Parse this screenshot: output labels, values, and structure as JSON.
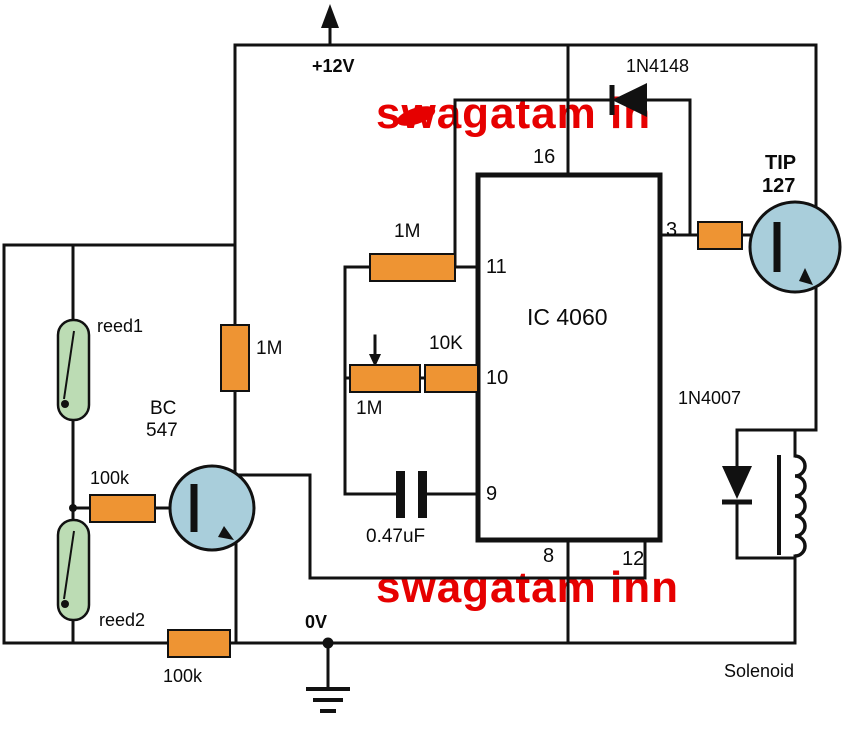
{
  "diagram": {
    "type": "circuit-schematic",
    "watermarks": {
      "top": "swagatam in",
      "bottom": "swagatam inn"
    },
    "power": {
      "supply_label": "+12V",
      "ground_label": "0V"
    },
    "ic": {
      "name": "IC 4060",
      "pins": {
        "p16": "16",
        "p11": "11",
        "p10": "10",
        "p9": "9",
        "p8": "8",
        "p12": "12",
        "p3": "3"
      }
    },
    "components": {
      "timing_resistor": "1M",
      "pot_resistor": "1M",
      "resistor_10k": "10K",
      "capacitor": "0.47uF",
      "latch_diode": "1N4148",
      "output_transistor_line1": "TIP",
      "output_transistor_line2": "127",
      "freewheel_diode": "1N4007",
      "load": "Solenoid",
      "pullup_resistor": "1M",
      "input_transistor_line1": "BC",
      "input_transistor_line2": "547",
      "reed1": "reed1",
      "reed2": "reed2",
      "base_resistor": "100k",
      "bottom_resistor": "100k"
    },
    "colors": {
      "resistor_fill": "#EE9433",
      "transistor_fill": "#A9CEDB",
      "reed_fill": "#BCDCB4",
      "watermark": "#E60000",
      "wire": "#111111"
    }
  }
}
